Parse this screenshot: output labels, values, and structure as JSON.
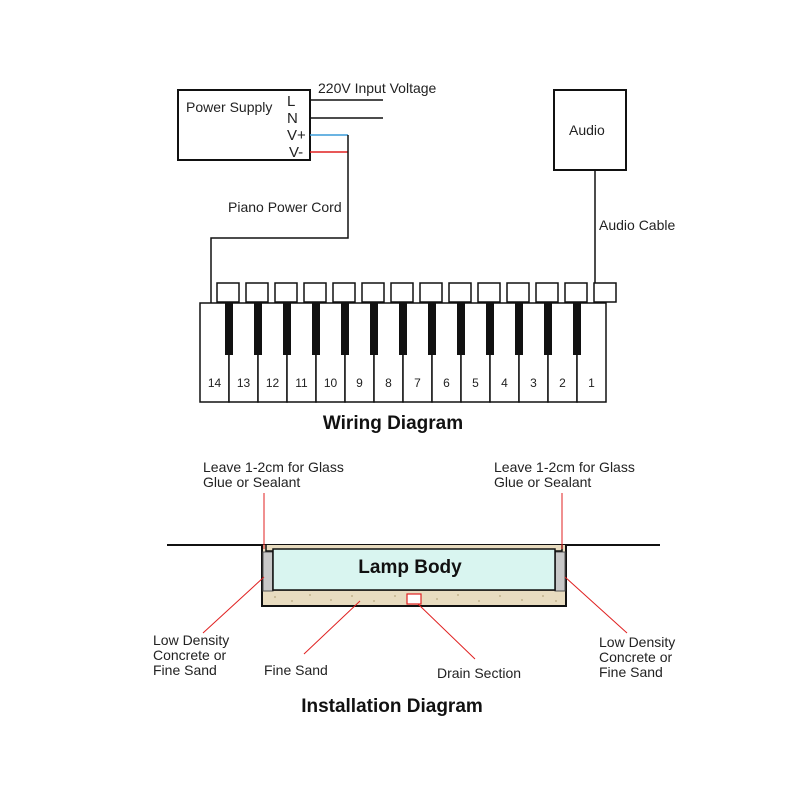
{
  "wiring": {
    "title": "Wiring Diagram",
    "power_supply": {
      "label": "Power Supply",
      "terminals": [
        "L",
        "N",
        "V+",
        "V-"
      ]
    },
    "input_voltage": "220V Input Voltage",
    "audio_label": "Audio",
    "audio_cable": "Audio Cable",
    "power_cord": "Piano Power Cord",
    "key_numbers": [
      "14",
      "13",
      "12",
      "11",
      "10",
      "9",
      "8",
      "7",
      "6",
      "5",
      "4",
      "3",
      "2",
      "1"
    ],
    "wire_colors": {
      "positive": "#3a9bd8",
      "negative": "#e02020"
    }
  },
  "installation": {
    "title": "Installation Diagram",
    "lamp_body": "Lamp Body",
    "leave_gap_left": [
      "Leave 1-2cm for Glass",
      "Glue or Sealant"
    ],
    "leave_gap_right": [
      "Leave 1-2cm for Glass",
      "Glue or Sealant"
    ],
    "low_density_left": [
      "Low Density",
      "Concrete or",
      "Fine Sand"
    ],
    "low_density_right": [
      "Low Density",
      "Concrete or",
      "Fine Sand"
    ],
    "fine_sand": "Fine Sand",
    "drain_section": "Drain Section",
    "colors": {
      "lamp_fill": "#d9f5f0",
      "sand_fill": "#e8dcc0",
      "wall_fill": "#c8c8c8",
      "leader": "#e02020"
    }
  }
}
